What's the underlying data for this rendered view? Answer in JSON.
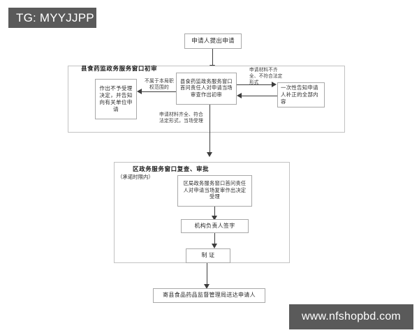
{
  "watermarks": {
    "tag": "TG: MYYJJPP",
    "url": "www.nfshopbd.com"
  },
  "flowchart": {
    "start_node": "申请人提出申请",
    "sections": [
      {
        "id": "section-county-first-review",
        "title": "县食药监政务服务窗口初审",
        "subtitle": "",
        "nodes": {
          "reject": "作出不予受理决定，并告知向有关单位申请",
          "review": "县食药监政务服务窗口首问责任人对申请当场审查作出初审",
          "notify": "一次性告知申请人补正的全部内容"
        },
        "edge_labels": {
          "out_of_scope": "不属于本局职权范围的",
          "incomplete": "申请材料不齐全、不符合法定形式",
          "accepted": "申请材料齐全、符合法定形式，当场受理"
        }
      },
      {
        "id": "section-district-review-approval",
        "title": "区政务服务窗口复查、审批",
        "subtitle": "（承诺时限内）",
        "nodes": {
          "recheck": "区局政务服务窗口首问责任人对申请当场复审作出决定受理",
          "signature": "机构负责人签字",
          "certificate": "制  证"
        }
      }
    ],
    "end_node": "寄县食品药品监督管理局送达申请人"
  }
}
